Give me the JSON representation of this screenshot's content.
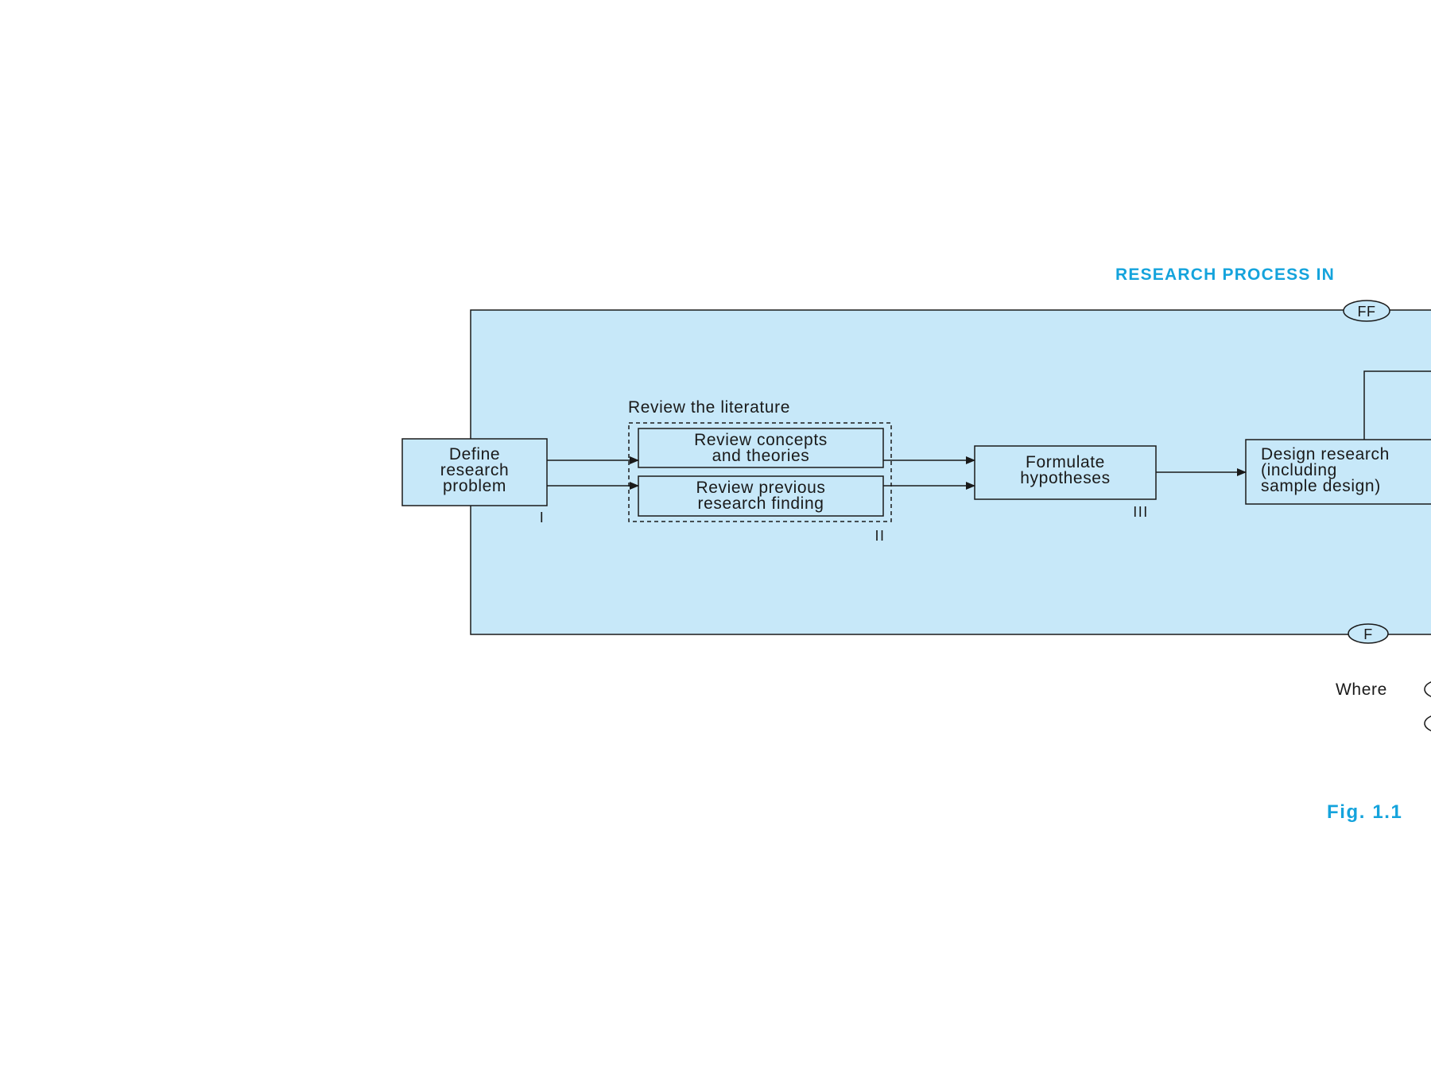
{
  "diagram": {
    "title": "RESEARCH PROCESS IN",
    "caption": "Fig. 1.1",
    "steps": [
      {
        "lines": [
          "Define",
          "research",
          "problem"
        ],
        "numeral": "I"
      },
      {
        "group_label": "Review the literature",
        "numeral": "II",
        "sub": [
          {
            "lines": [
              "Review concepts",
              "and theories"
            ]
          },
          {
            "lines": [
              "Review previous",
              "research finding"
            ]
          }
        ]
      },
      {
        "lines": [
          "Formulate",
          "hypotheses"
        ],
        "numeral": "III"
      },
      {
        "lines": [
          "Design research",
          "(including",
          "sample design)"
        ]
      }
    ],
    "connectors": {
      "top": "FF",
      "bottom": "F"
    },
    "legend_where": "Where"
  },
  "colors": {
    "panel": "#c7e8f9",
    "accent": "#14a3dc",
    "line": "#1a1a1a"
  }
}
